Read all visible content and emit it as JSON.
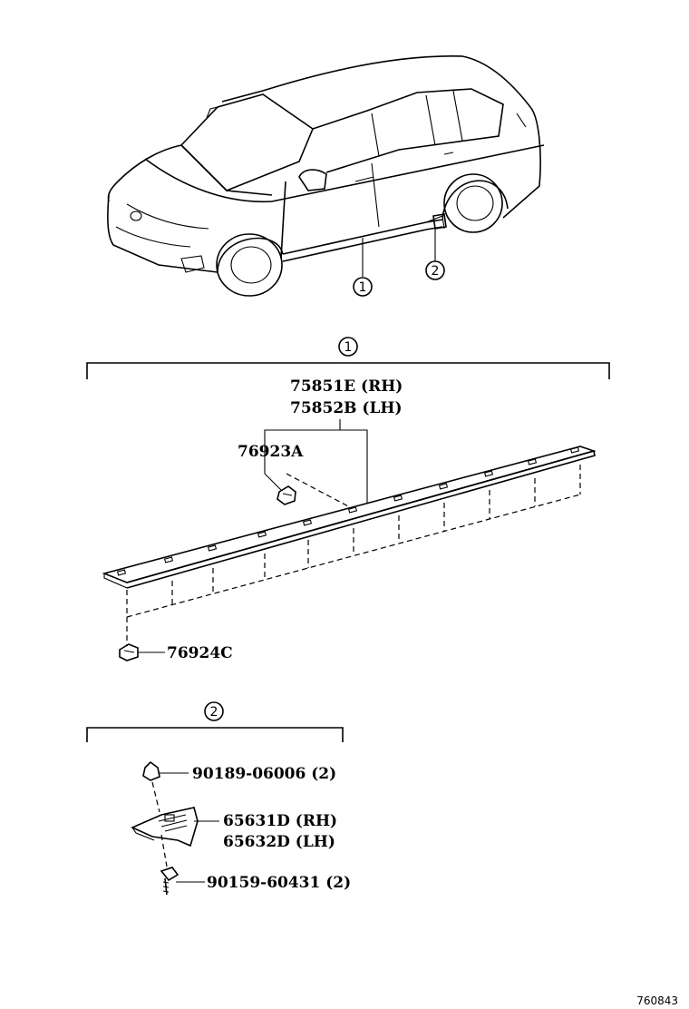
{
  "callouts": {
    "one": "1",
    "two": "2"
  },
  "section1": {
    "callout": "1",
    "part_rh": "75851E (RH)",
    "part_lh": "75852B (LH)",
    "clip_upper": "76923A",
    "clip_lower": "76924C"
  },
  "section2": {
    "callout": "2",
    "clip": "90189-06006 (2)",
    "mudguard_rh": "65631D (RH)",
    "mudguard_lh": "65632D (LH)",
    "screw": "90159-60431 (2)"
  },
  "footer": {
    "diagram_code": "760843"
  }
}
